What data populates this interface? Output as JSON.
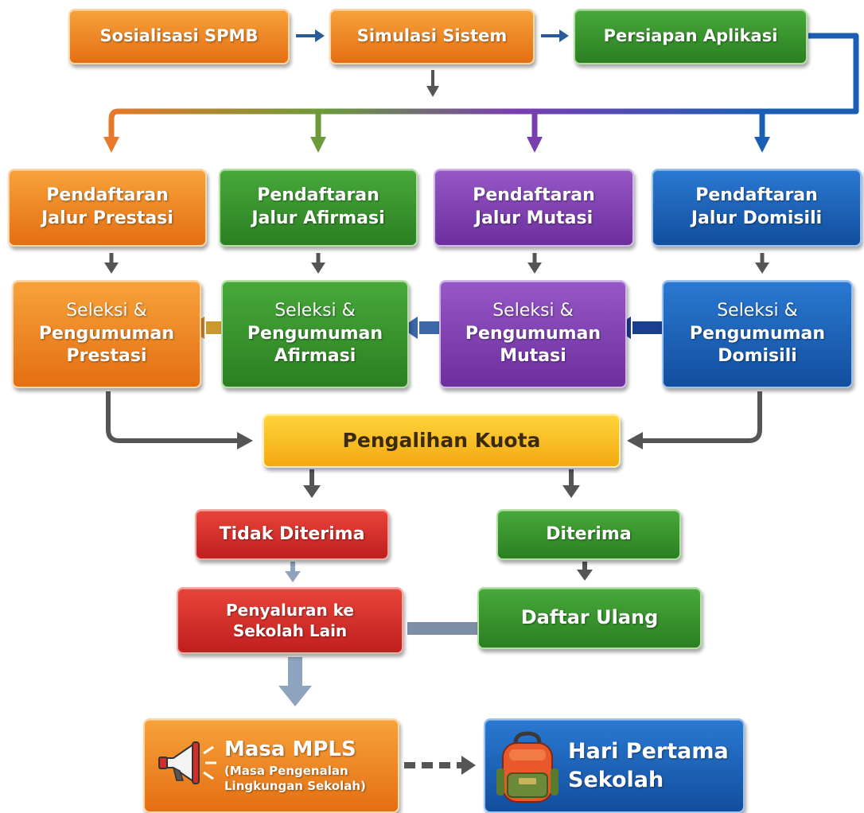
{
  "top": {
    "sosialisasi": "Sosialisasi SPMB",
    "simulasi": "Simulasi Sistem",
    "persiapan": "Persiapan Aplikasi"
  },
  "pendaftaran": [
    {
      "line1": "Pendaftaran",
      "line2": "Jalur Prestasi"
    },
    {
      "line1": "Pendaftaran",
      "line2": "Jalur Afirmasi"
    },
    {
      "line1": "Pendaftaran",
      "line2": "Jalur Mutasi"
    },
    {
      "line1": "Pendaftaran",
      "line2": "Jalur Domisili"
    }
  ],
  "seleksi": [
    {
      "line1": "Seleksi &",
      "line2": "Pengumuman",
      "line3": "Prestasi"
    },
    {
      "line1": "Seleksi &",
      "line2": "Pengumuman",
      "line3": "Afirmasi"
    },
    {
      "line1": "Seleksi &",
      "line2": "Pengumuman",
      "line3": "Mutasi"
    },
    {
      "line1": "Seleksi &",
      "line2": "Pengumuman",
      "line3": "Domisili"
    }
  ],
  "kuota": "Pengalihan Kuota",
  "tidak_diterima": "Tidak Diterima",
  "diterima": "Diterima",
  "penyaluran": {
    "line1": "Penyaluran ke",
    "line2": "Sekolah Lain"
  },
  "daftar_ulang": "Daftar Ulang",
  "mpls": {
    "title": "Masa MPLS",
    "sub1": "(Masa Pengenalan",
    "sub2": "Lingkungan Sekolah)",
    "icon": "megaphone-icon"
  },
  "hari_pertama": {
    "line1": "Hari Pertama",
    "line2": "Sekolah",
    "icon": "backpack-icon"
  },
  "colors": {
    "orange": "#e8781a",
    "green": "#2f8a26",
    "purple": "#7a3db0",
    "blue": "#1a5fb4",
    "red": "#d42d2a",
    "yellow": "#f9c321",
    "arrow_gray": "#555555"
  }
}
